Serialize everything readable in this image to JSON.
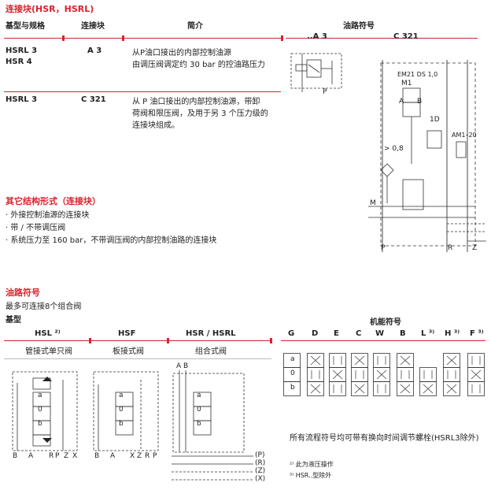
{
  "section1": {
    "title": "连接块(HSR，HSRL)",
    "headers": [
      "基型与规格",
      "连接块",
      "简介",
      "油路符号"
    ],
    "rows": [
      {
        "type": "HSRL 3",
        "type2": "HSR 4",
        "block": "A 3",
        "desc": [
          "从P油口接出的内部控制油源",
          "由调压阀调定约 30 bar 的控油路压力"
        ]
      },
      {
        "type": "HSRL 3",
        "type2": "",
        "block": "C 321",
        "desc": [
          "从 P 油口接出的内部控制油源，带卸",
          "荷阀和限压阀，及用于另 3 个压力级的",
          "连接块组成。"
        ]
      }
    ],
    "symbol_labels": {
      "a3": "..A 3",
      "c321": "C 321"
    }
  },
  "diagram_c321": {
    "em": "EM21 DS 1,0",
    "m1": "M1",
    "a": "A",
    "b": "B",
    "one_d": "1D",
    "am": "AM1–20",
    "ratio": "> 0,8",
    "m": "M",
    "p": "P",
    "r": "R",
    "z": "Z"
  },
  "diagram_a3": {
    "p": "P"
  },
  "section2": {
    "title": "其它结构形式（连接块）",
    "items": [
      "· 外接控制油源的连接块",
      "· 带 / 不带调压阀",
      "· 系统压力至 160 bar，不带调压阀的内部控制油路的连接块"
    ]
  },
  "section3": {
    "title": "油路符号",
    "subtitle": "最多可连接8个组合阀",
    "base_label": "基型",
    "function_label": "机能符号",
    "types": [
      {
        "name": "HSL ²⁾",
        "caption": "管接式单只阀"
      },
      {
        "name": "HSF",
        "caption": "板接式阀"
      },
      {
        "name": "HSR / HSRL",
        "caption": "组合式阀"
      }
    ],
    "functions": [
      "G",
      "D",
      "E",
      "C",
      "W",
      "B",
      "L ³⁾",
      "H ³⁾",
      "F ³⁾"
    ],
    "spool_labels": [
      "a",
      "0",
      "b"
    ],
    "hsl_ports": [
      "B",
      "A",
      "R",
      "P",
      "Z",
      "X"
    ],
    "hsf_ports": [
      "B",
      "A",
      "X",
      "Z",
      "R",
      "P"
    ],
    "hsr_ports": [
      "A",
      "B"
    ],
    "manifold_ports": [
      "(P)",
      "(R)",
      "(Z)",
      "(X)"
    ],
    "note": "所有流程符号均可带有换向时间调节螺栓(HSRL3除外)",
    "footnotes": [
      "²⁾  此为液压操作",
      "³⁾  HSR..型除外"
    ]
  }
}
